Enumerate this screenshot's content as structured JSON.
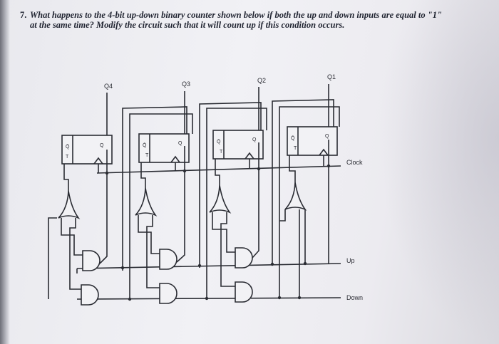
{
  "question": {
    "number": "7.",
    "line1": "What happens to the 4-bit up-down binary counter shown below if both the up and down inputs are equal to \"1\"",
    "line2": "at the same time? Modify the circuit such that it will count up if this condition occurs."
  },
  "circuit": {
    "outputs": [
      "Q4",
      "Q3",
      "Q2",
      "Q1"
    ],
    "inputs": {
      "clock": "Clock",
      "up": "Up",
      "down": "Down"
    },
    "flipflop": {
      "q_label": "Q",
      "qbar_label": "Q̄",
      "t_label": "T"
    }
  }
}
